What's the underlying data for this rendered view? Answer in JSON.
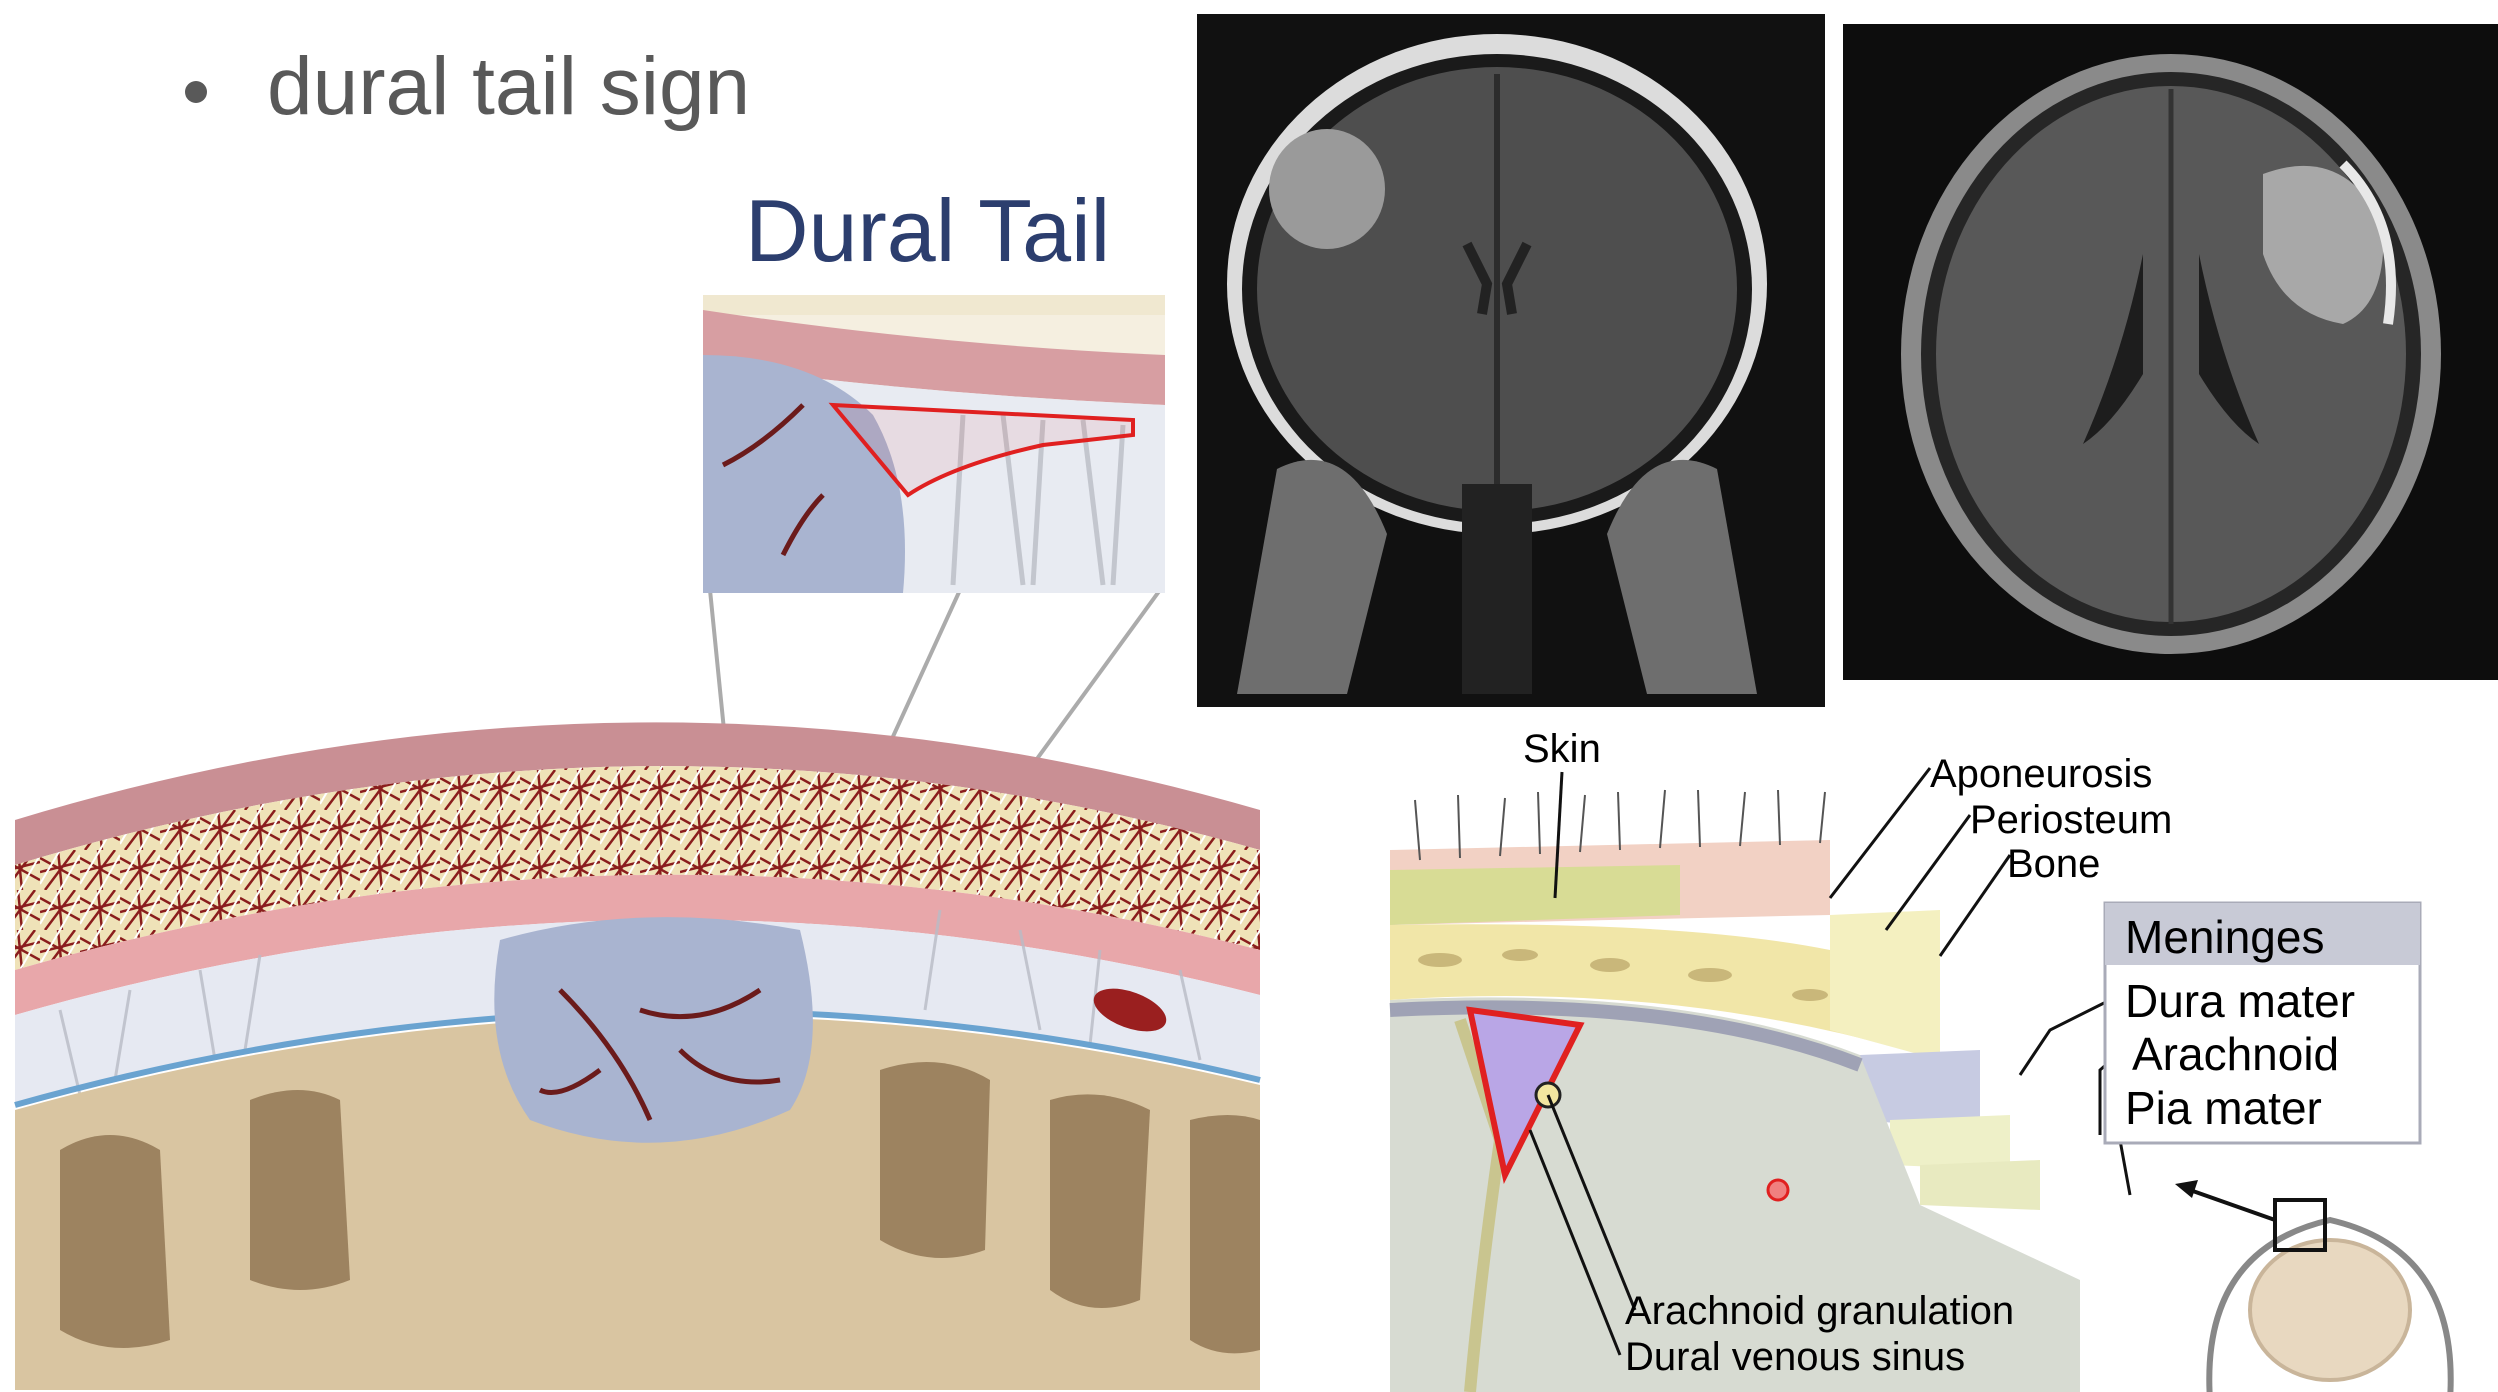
{
  "slide": {
    "bullet": "dural tail sign"
  },
  "illustration": {
    "title": "Dural Tail"
  },
  "meninges_diagram": {
    "labels": {
      "skin": "Skin",
      "aponeurosis": "Aponeurosis",
      "periosteum": "Periosteum",
      "bone": "Bone",
      "meninges_header": "Meninges",
      "dura": "Dura mater",
      "arachnoid": "Arachnoid",
      "pia": "Pia mater",
      "granulation": "Arachnoid granulation",
      "sinus": "Dural venous sinus"
    }
  },
  "colors": {
    "tumor": "#a9b4d0",
    "dura_red": "#c9575f",
    "bone_cream": "#efe6c2",
    "brain_tan": "#d8c4a0",
    "gyri_brown": "#9a7f5b",
    "highlight_red": "#e02020"
  }
}
